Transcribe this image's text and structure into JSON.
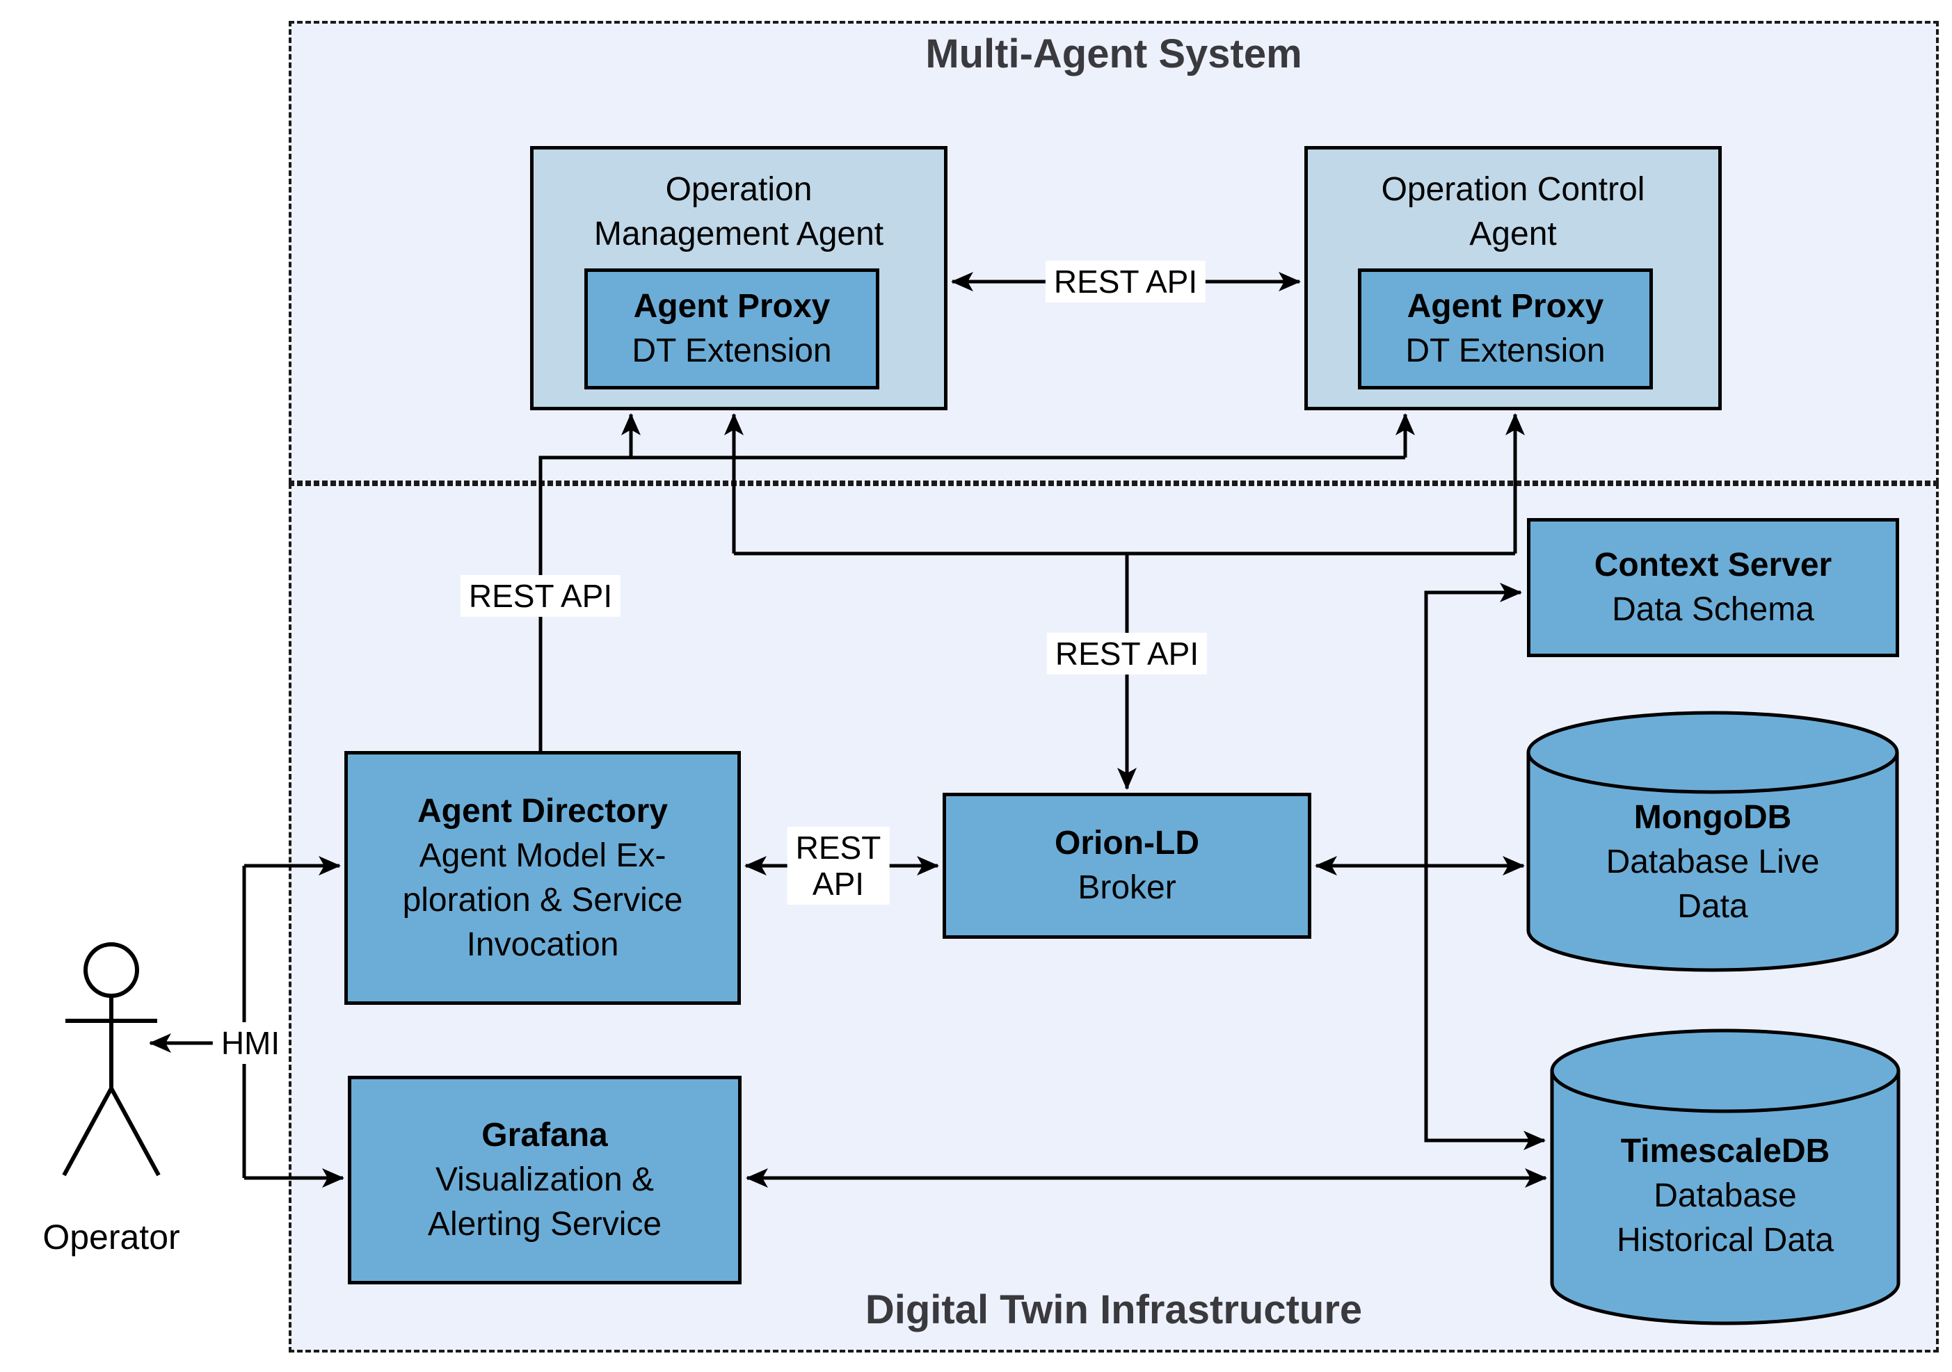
{
  "colors": {
    "canvas": "#ffffff",
    "container_bg": "#edf1fc",
    "container_border": "#1a1a1a",
    "box_light": "#c0d8e8",
    "box_medium": "#6cadd7",
    "box_border": "#000000",
    "title_text": "#3a3a3e",
    "line": "#000000",
    "label_bg": "#ffffff"
  },
  "containers": {
    "multi_agent_system": {
      "title": "Multi-Agent System"
    },
    "digital_twin_infrastructure": {
      "title": "Digital Twin Infrastructure"
    }
  },
  "nodes": {
    "operation_management_agent": {
      "lines": [
        "Operation",
        "Management Agent"
      ]
    },
    "agent_proxy_left": {
      "title": "Agent Proxy",
      "subtitle": "DT Extension"
    },
    "operation_control_agent": {
      "lines": [
        "Operation Control",
        "Agent"
      ]
    },
    "agent_proxy_right": {
      "title": "Agent Proxy",
      "subtitle": "DT Extension"
    },
    "agent_directory": {
      "title": "Agent Directory",
      "lines": [
        "Agent Model Ex-",
        "ploration & Service",
        "Invocation"
      ]
    },
    "orion_ld": {
      "title": "Orion-LD",
      "lines": [
        "Broker"
      ]
    },
    "context_server": {
      "title": "Context Server",
      "lines": [
        "Data Schema"
      ]
    },
    "mongodb": {
      "title": "MongoDB",
      "lines": [
        "Database Live",
        "Data"
      ]
    },
    "timescaledb": {
      "title": "TimescaleDB",
      "lines": [
        "Database",
        "Historical Data"
      ]
    },
    "grafana": {
      "title": "Grafana",
      "lines": [
        "Visualization &",
        "Alerting Service"
      ]
    }
  },
  "edge_labels": {
    "rest_api_agents": "REST API",
    "rest_api_directory": "REST API",
    "rest_api_orion": "REST API",
    "rest_api_broker_line1": "REST",
    "rest_api_broker_line2": "API",
    "hmi": "HMI"
  },
  "actor": {
    "label": "Operator"
  }
}
